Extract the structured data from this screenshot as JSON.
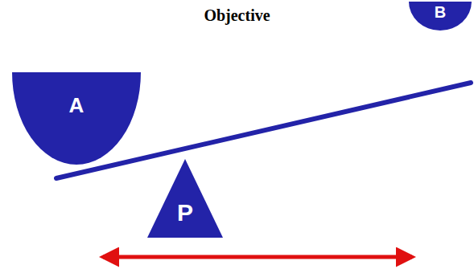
{
  "diagram": {
    "title": "Objective",
    "nodes": [
      {
        "text": [
          "A"
        ]
      },
      {
        "text": [
          "B"
        ]
      },
      {
        "text": [
          "P"
        ]
      }
    ]
  }
}
